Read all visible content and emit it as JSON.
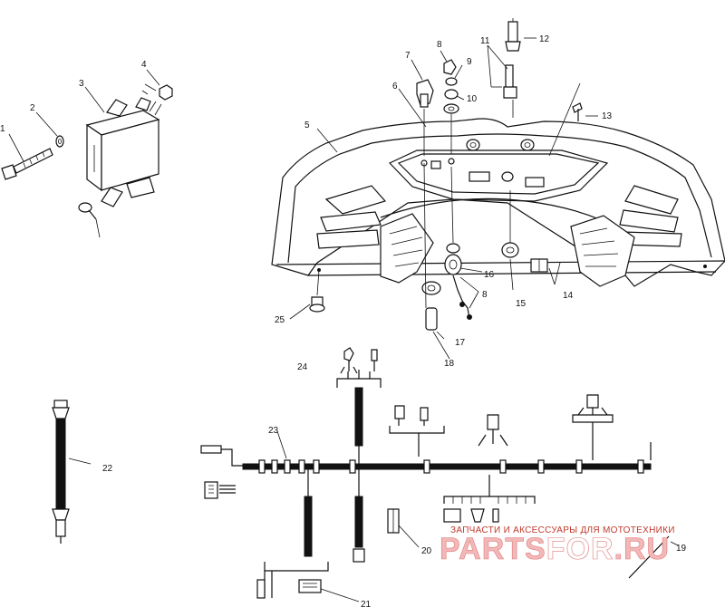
{
  "callouts": {
    "c1": "1",
    "c2": "2",
    "c3": "3",
    "c4": "4",
    "c5": "5",
    "c6": "6",
    "c7": "7",
    "c8a": "8",
    "c8b": "8",
    "c9": "9",
    "c10": "10",
    "c11": "11",
    "c12": "12",
    "c13": "13",
    "c14": "14",
    "c15": "15",
    "c16": "16",
    "c17": "17",
    "c18": "18",
    "c19": "19",
    "c20": "20",
    "c21": "21",
    "c22": "22",
    "c23": "23",
    "c24": "24",
    "c25": "25"
  },
  "watermark": {
    "tagline": "ЗАПЧАСТИ И АКСЕССУАРЫ ДЛЯ МОТОТЕХНИКИ",
    "logo_part1": "PARTS",
    "logo_part2": "FOR",
    "logo_part3": ".RU"
  },
  "colors": {
    "line": "#111111",
    "watermark_red": "#c0392b",
    "logo_fill": "#f2b8b8"
  }
}
